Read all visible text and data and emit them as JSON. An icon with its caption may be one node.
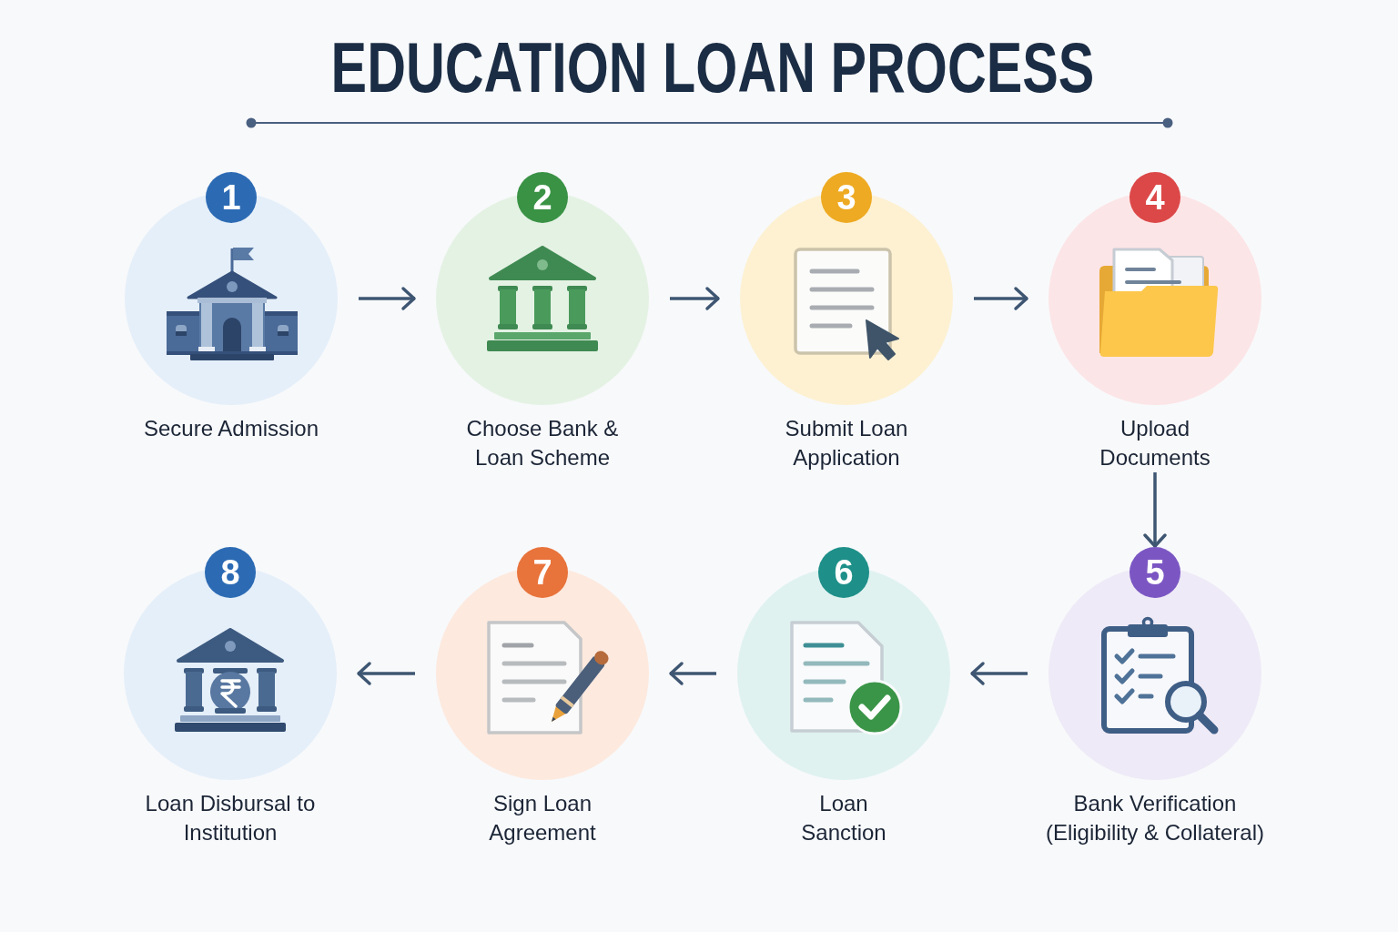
{
  "diagram": {
    "title": "EDUCATION LOAN PROCESS",
    "nodes": [
      {
        "text": [
          "1",
          "Secure Admission"
        ]
      },
      {
        "text": [
          "2",
          "Choose Bank & Loan Scheme"
        ]
      },
      {
        "text": [
          "3",
          "Submit Loan Application"
        ]
      },
      {
        "text": [
          "4",
          "Upload Documents"
        ]
      },
      {
        "text": [
          "5",
          "Bank Verification (Eligibility & Collateral)"
        ]
      },
      {
        "text": [
          "6",
          "Loan Sanction"
        ]
      },
      {
        "text": [
          "7",
          "Sign Loan Agreement"
        ]
      },
      {
        "text": [
          "8",
          "Loan Disbursal to Institution"
        ]
      }
    ],
    "edges": [
      {
        "from": 0,
        "to": 1,
        "arrow": "to"
      },
      {
        "from": 1,
        "to": 2,
        "arrow": "to"
      },
      {
        "from": 2,
        "to": 3,
        "arrow": "to"
      },
      {
        "from": 3,
        "to": 4,
        "arrow": "to"
      },
      {
        "from": 4,
        "to": 5,
        "arrow": "to"
      },
      {
        "from": 5,
        "to": 6,
        "arrow": "to"
      },
      {
        "from": 6,
        "to": 7,
        "arrow": "to"
      }
    ]
  }
}
